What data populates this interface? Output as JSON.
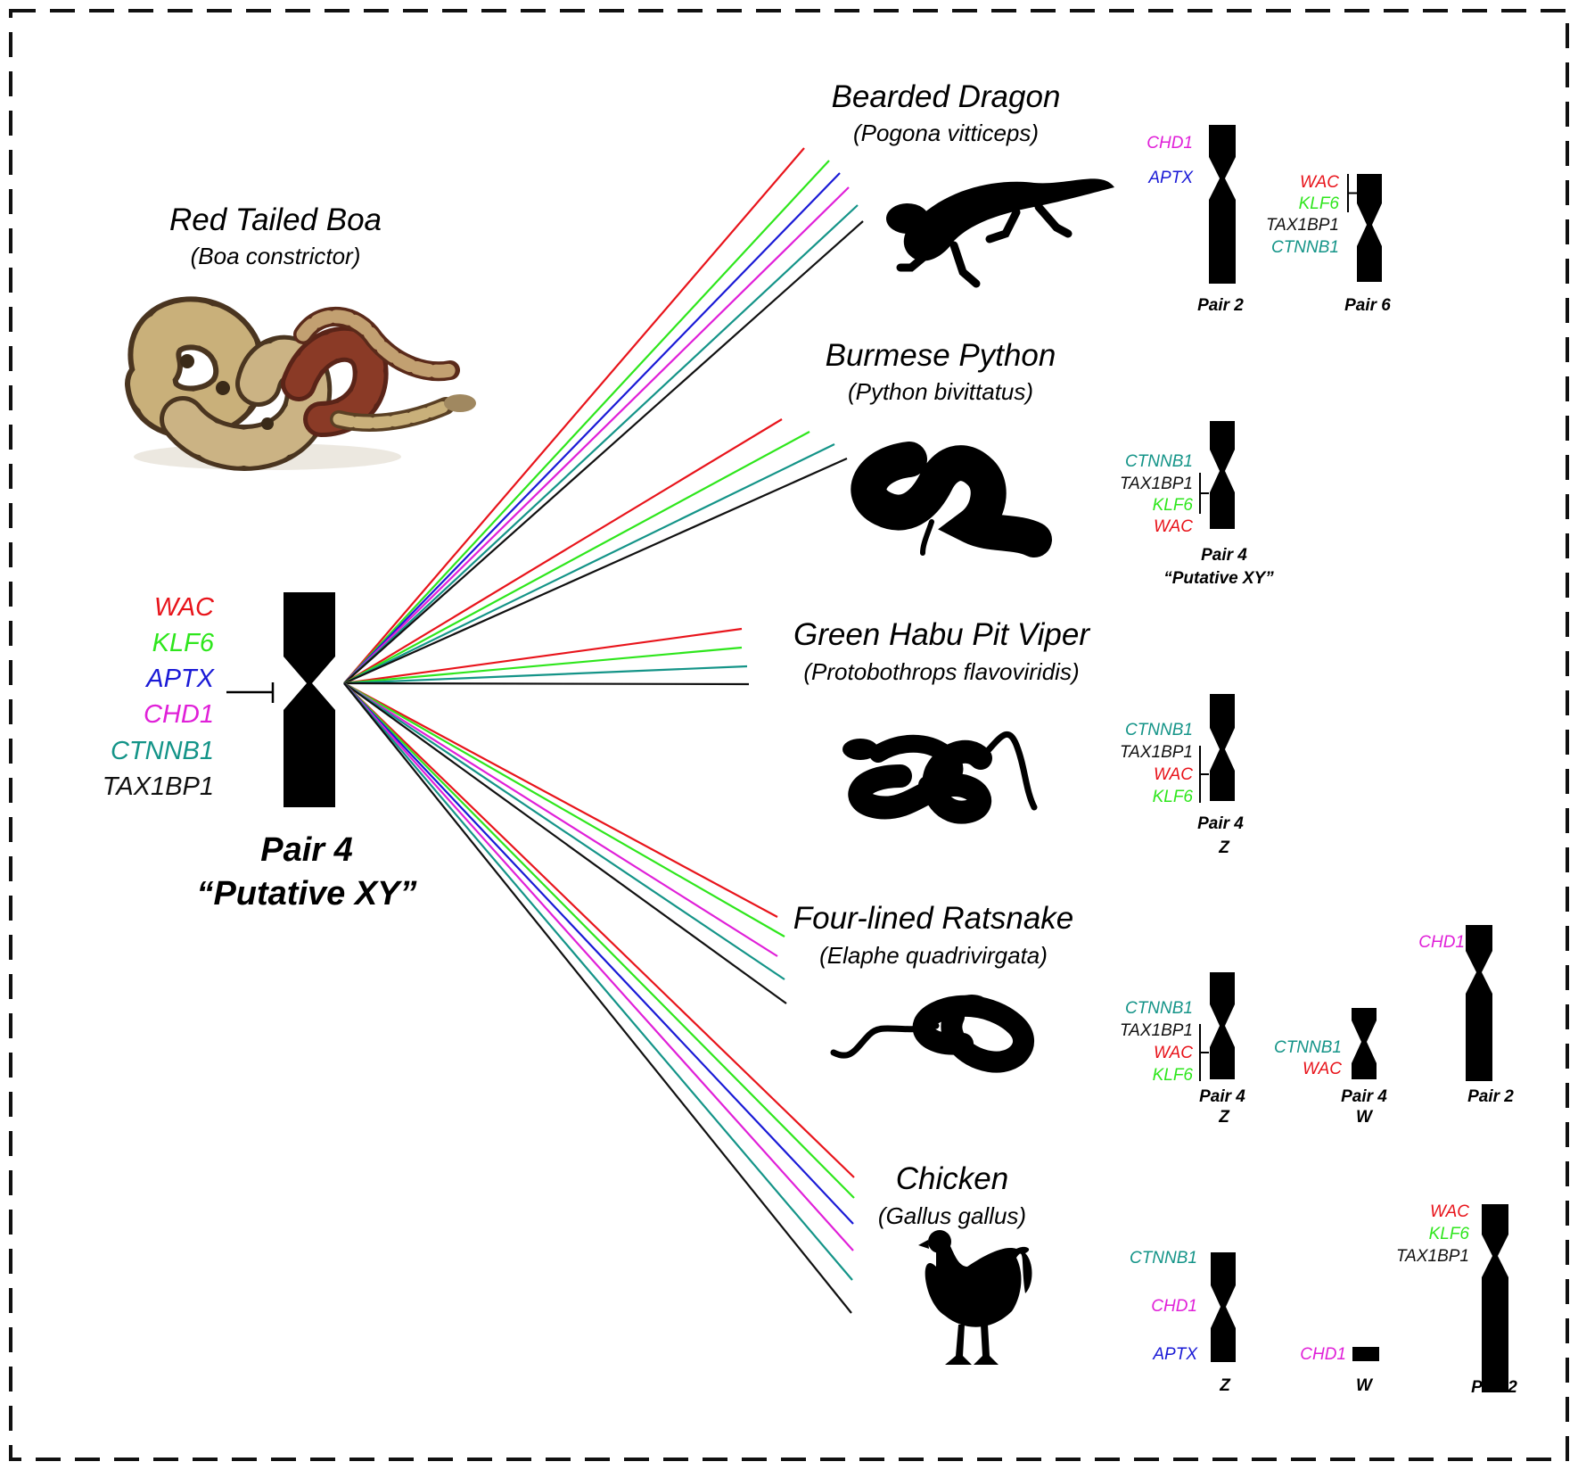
{
  "colors": {
    "WAC": "#e8141b",
    "KLF6": "#2ee61c",
    "APTX": "#1a1ad6",
    "CHD1": "#e020d8",
    "CTNNB1": "#149488",
    "TAX1BP1": "#111111"
  },
  "boa": {
    "name": "Red Tailed Boa",
    "scientific": "(Boa constrictor)",
    "genes": [
      "WAC",
      "KLF6",
      "APTX",
      "CHD1",
      "CTNNB1",
      "TAX1BP1"
    ],
    "pair_label": "Pair 4",
    "pair_sublabel": "“Putative XY”",
    "photo_icon": "coiled-boa-photo"
  },
  "species": [
    {
      "id": "bearded-dragon",
      "name": "Bearded Dragon",
      "scientific": "(Pogona vitticeps)",
      "silhouette": "lizard-icon",
      "lines": [
        "WAC",
        "KLF6",
        "APTX",
        "CHD1",
        "CTNNB1",
        "TAX1BP1"
      ],
      "chromosomes": [
        {
          "caption": "Pair 2",
          "caption2": "",
          "genes": [
            "CHD1",
            "APTX"
          ]
        },
        {
          "caption": "Pair 6",
          "caption2": "",
          "genes": [
            "WAC",
            "KLF6",
            "TAX1BP1",
            "CTNNB1"
          ]
        }
      ]
    },
    {
      "id": "burmese-python",
      "name": "Burmese Python",
      "scientific": "(Python bivittatus)",
      "silhouette": "python-icon",
      "lines": [
        "WAC",
        "KLF6",
        "CTNNB1",
        "TAX1BP1"
      ],
      "chromosomes": [
        {
          "caption": "Pair 4",
          "caption2": "“Putative XY”",
          "genes": [
            "CTNNB1",
            "TAX1BP1",
            "KLF6",
            "WAC"
          ]
        }
      ]
    },
    {
      "id": "green-habu",
      "name": "Green Habu Pit Viper",
      "scientific": "(Protobothrops flavoviridis)",
      "silhouette": "viper-icon",
      "lines": [
        "WAC",
        "KLF6",
        "CTNNB1",
        "TAX1BP1"
      ],
      "chromosomes": [
        {
          "caption": "Pair 4",
          "caption2": "Z",
          "genes": [
            "CTNNB1",
            "TAX1BP1",
            "WAC",
            "KLF6"
          ]
        }
      ]
    },
    {
      "id": "ratsnake",
      "name": "Four-lined Ratsnake",
      "scientific": "(Elaphe quadrivirgata)",
      "silhouette": "ratsnake-icon",
      "lines": [
        "WAC",
        "KLF6",
        "CHD1",
        "CTNNB1",
        "TAX1BP1"
      ],
      "chromosomes": [
        {
          "caption": "Pair 4",
          "caption2": "Z",
          "genes": [
            "CTNNB1",
            "TAX1BP1",
            "WAC",
            "KLF6"
          ]
        },
        {
          "caption": "Pair 4",
          "caption2": "W",
          "genes": [
            "CTNNB1",
            "WAC"
          ]
        },
        {
          "caption": "Pair 2",
          "caption2": "",
          "genes": [
            "CHD1"
          ]
        }
      ]
    },
    {
      "id": "chicken",
      "name": "Chicken",
      "scientific": "(Gallus gallus)",
      "silhouette": "chicken-icon",
      "lines": [
        "WAC",
        "KLF6",
        "APTX",
        "CHD1",
        "CTNNB1",
        "TAX1BP1"
      ],
      "chromosomes": [
        {
          "caption": "Z",
          "caption2": "",
          "genes": [
            "CTNNB1",
            "CHD1",
            "APTX"
          ]
        },
        {
          "caption": "W",
          "caption2": "",
          "genes": [
            "CHD1"
          ]
        },
        {
          "caption": "Pair 2",
          "caption2": "",
          "genes": [
            "WAC",
            "KLF6",
            "TAX1BP1"
          ]
        }
      ]
    }
  ]
}
